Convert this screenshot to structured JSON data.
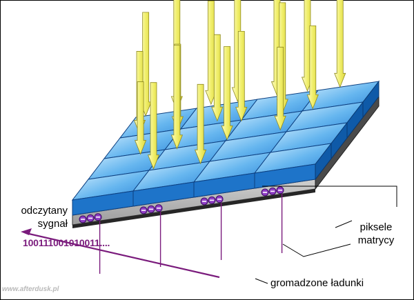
{
  "labels": {
    "read_signal": [
      "odczytany",
      "sygnał"
    ],
    "pixels": [
      "piksele",
      "matrycy"
    ],
    "charges": "gromadzone ładunki",
    "bitstream": "100111001010011....",
    "watermark": "www.afterdusk.pl"
  },
  "colors": {
    "pixel_top": "#5aaee8",
    "pixel_side": "#1e74c9",
    "substrate": "#b7b7b7",
    "light_beam": "#f1f06a",
    "charge": "#8f3ec4",
    "signal_line": "#7a1b7c"
  },
  "matrix": {
    "rows": 4,
    "cols": 4
  },
  "icons": {
    "light": "down-arrow-beam",
    "charge": "electron-minus"
  }
}
